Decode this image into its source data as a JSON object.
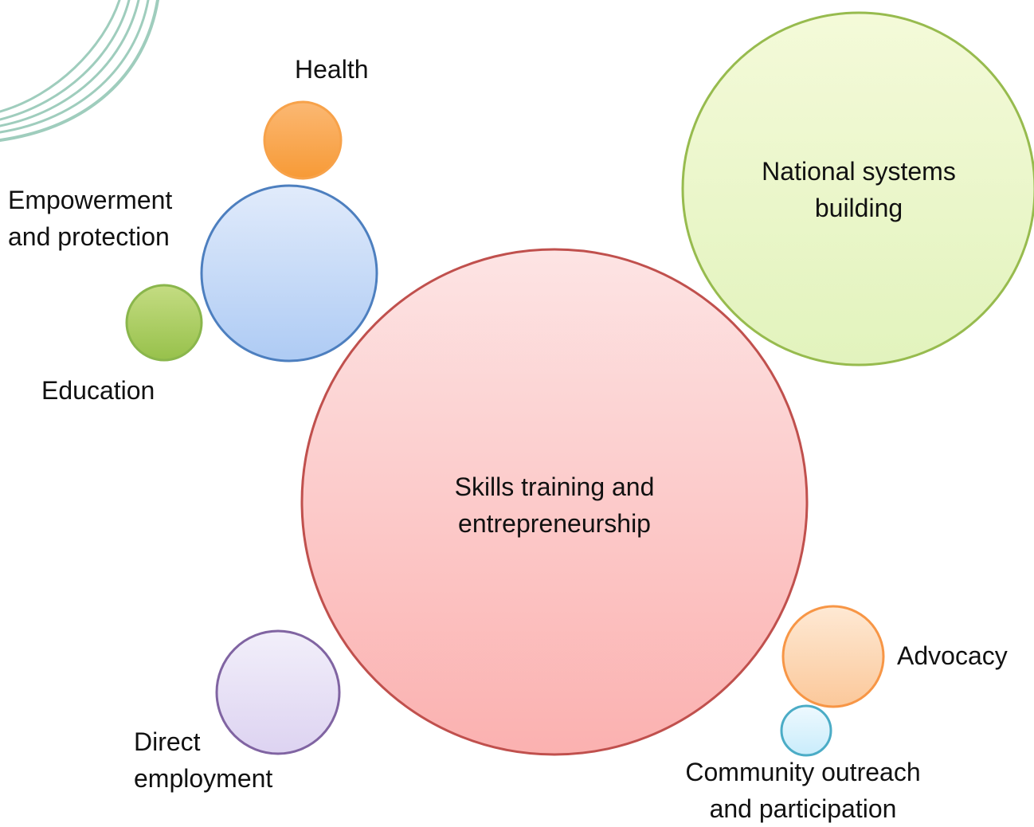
{
  "bubbles": [
    {
      "id": "health",
      "label": "Health",
      "color": "orange"
    },
    {
      "id": "empowerment",
      "label_lines": [
        "Empowerment",
        "and protection"
      ],
      "color": "blue"
    },
    {
      "id": "education",
      "label": "Education",
      "color": "green"
    },
    {
      "id": "national",
      "label_lines": [
        "National systems",
        "building"
      ],
      "color": "light-green"
    },
    {
      "id": "skills",
      "label_lines": [
        "Skills training and",
        "entrepreneurship"
      ],
      "color": "red"
    },
    {
      "id": "direct",
      "label_lines": [
        "Direct",
        "employment"
      ],
      "color": "purple"
    },
    {
      "id": "advocacy",
      "label": "Advocacy",
      "color": "light-orange"
    },
    {
      "id": "community",
      "label_lines": [
        "Community outreach",
        "and participation"
      ],
      "color": "cyan"
    }
  ],
  "colors": {
    "orange": {
      "top": "#fbb873",
      "bottom": "#f79a36",
      "stroke": "#f7a24a"
    },
    "blue": {
      "top": "#e1ebfb",
      "bottom": "#aecbf4",
      "stroke": "#4d7fbf"
    },
    "green": {
      "top": "#c4dc82",
      "bottom": "#97c14b",
      "stroke": "#8ab64c"
    },
    "light-green": {
      "top": "#f4fad9",
      "bottom": "#e2f3bd",
      "stroke": "#97bb4e"
    },
    "red": {
      "top": "#fde4e4",
      "bottom": "#fbb1b0",
      "stroke": "#c0504d"
    },
    "purple": {
      "top": "#f2effa",
      "bottom": "#ddd3f1",
      "stroke": "#8064a2"
    },
    "light-orange": {
      "top": "#fee9d4",
      "bottom": "#fbc89a",
      "stroke": "#f79646"
    },
    "cyan": {
      "top": "#eef9fe",
      "bottom": "#c9ecfb",
      "stroke": "#4bacc6"
    },
    "swoosh": "#9fcdbd"
  }
}
